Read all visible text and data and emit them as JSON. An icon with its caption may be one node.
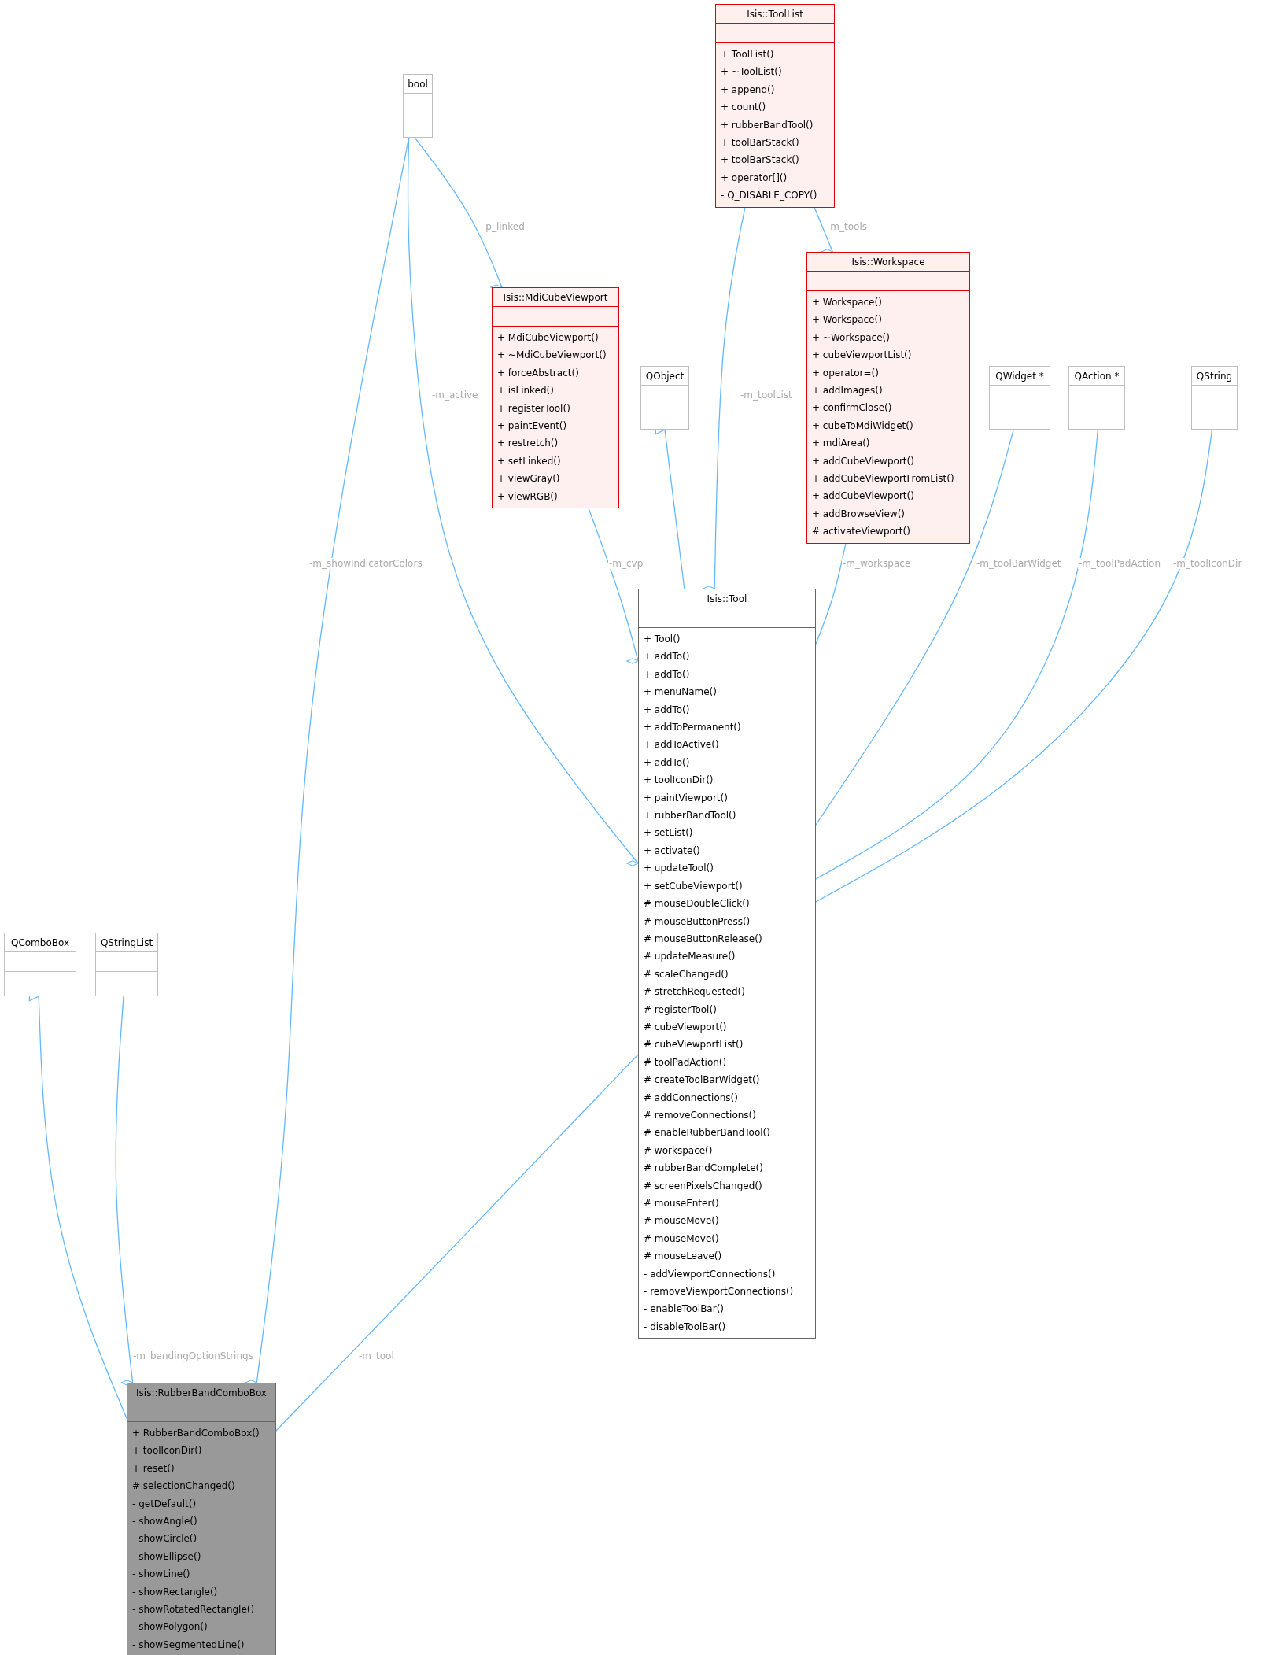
{
  "diagram": {
    "nodes": [
      {
        "text": [
          "Isis::ToolList",
          "+ ToolList()",
          "+ ~ToolList()",
          "+ append()",
          "+ count()",
          "+ rubberBandTool()",
          "+ toolBarStack()",
          "+ toolBarStack()",
          "+ operator[]()",
          "- Q_DISABLE_COPY()"
        ]
      },
      {
        "text": [
          "bool"
        ]
      },
      {
        "text": [
          "Isis::Workspace",
          "+ Workspace()",
          "+ Workspace()",
          "+ ~Workspace()",
          "+ cubeViewportList()",
          "+ operator=()",
          "+ addImages()",
          "+ confirmClose()",
          "+ cubeToMdiWidget()",
          "+ mdiArea()",
          "+ addCubeViewport()",
          "+ addCubeViewportFromList()",
          "+ addCubeViewport()",
          "+ addBrowseView()",
          "# activateViewport()"
        ]
      },
      {
        "text": [
          "Isis::MdiCubeViewport",
          "+ MdiCubeViewport()",
          "+ ~MdiCubeViewport()",
          "+ forceAbstract()",
          "+ isLinked()",
          "+ registerTool()",
          "+ paintEvent()",
          "+ restretch()",
          "+ setLinked()",
          "+ viewGray()",
          "+ viewRGB()"
        ]
      },
      {
        "text": [
          "QObject"
        ]
      },
      {
        "text": [
          "QWidget *"
        ]
      },
      {
        "text": [
          "QAction *"
        ]
      },
      {
        "text": [
          "QString"
        ]
      },
      {
        "text": [
          "Isis::Tool",
          "+ Tool()",
          "+ addTo()",
          "+ addTo()",
          "+ menuName()",
          "+ addTo()",
          "+ addToPermanent()",
          "+ addToActive()",
          "+ addTo()",
          "+ toolIconDir()",
          "+ paintViewport()",
          "+ rubberBandTool()",
          "+ setList()",
          "+ activate()",
          "+ updateTool()",
          "+ setCubeViewport()",
          "# mouseDoubleClick()",
          "# mouseButtonPress()",
          "# mouseButtonRelease()",
          "# updateMeasure()",
          "# scaleChanged()",
          "# stretchRequested()",
          "# registerTool()",
          "# cubeViewport()",
          "# cubeViewportList()",
          "# toolPadAction()",
          "# createToolBarWidget()",
          "# addConnections()",
          "# removeConnections()",
          "# enableRubberBandTool()",
          "# workspace()",
          "# rubberBandComplete()",
          "# screenPixelsChanged()",
          "# mouseEnter()",
          "# mouseMove()",
          "# mouseMove()",
          "# mouseLeave()",
          "- addViewportConnections()",
          "- removeViewportConnections()",
          "- enableToolBar()",
          "- disableToolBar()"
        ]
      },
      {
        "text": [
          "QComboBox"
        ]
      },
      {
        "text": [
          "QStringList"
        ]
      },
      {
        "text": [
          "Isis::RubberBandComboBox",
          "+ RubberBandComboBox()",
          "+ toolIconDir()",
          "+ reset()",
          "# selectionChanged()",
          "- getDefault()",
          "- showAngle()",
          "- showCircle()",
          "- showEllipse()",
          "- showLine()",
          "- showRectangle()",
          "- showRotatedRectangle()",
          "- showPolygon()",
          "- showSegmentedLine()"
        ]
      }
    ],
    "edges": [
      {
        "from": 1,
        "to": 3,
        "arrow": "other",
        "label": "-p_linked"
      },
      {
        "from": 1,
        "to": 8,
        "arrow": "other",
        "label": "-m_active"
      },
      {
        "from": 1,
        "to": 11,
        "arrow": "other",
        "label": "-m_showIndicatorColors"
      },
      {
        "from": 0,
        "to": 2,
        "arrow": "other",
        "label": "-m_tools"
      },
      {
        "from": 0,
        "to": 8,
        "arrow": "other",
        "label": "-m_toolList"
      },
      {
        "from": 3,
        "to": 8,
        "arrow": "other",
        "label": "-m_cvp"
      },
      {
        "from": 2,
        "to": 8,
        "arrow": "other",
        "label": "-m_workspace"
      },
      {
        "from": 8,
        "to": 4,
        "arrow": "to"
      },
      {
        "from": 5,
        "to": 8,
        "arrow": "other",
        "label": "-m_toolBarWidget"
      },
      {
        "from": 6,
        "to": 8,
        "arrow": "other",
        "label": "-m_toolPadAction"
      },
      {
        "from": 7,
        "to": 8,
        "arrow": "other",
        "label": "-m_toolIconDir"
      },
      {
        "from": 11,
        "to": 9,
        "arrow": "to"
      },
      {
        "from": 10,
        "to": 11,
        "arrow": "other",
        "label": "-m_bandingOptionStrings"
      },
      {
        "from": 8,
        "to": 11,
        "arrow": "other",
        "label": "-m_tool"
      }
    ]
  }
}
